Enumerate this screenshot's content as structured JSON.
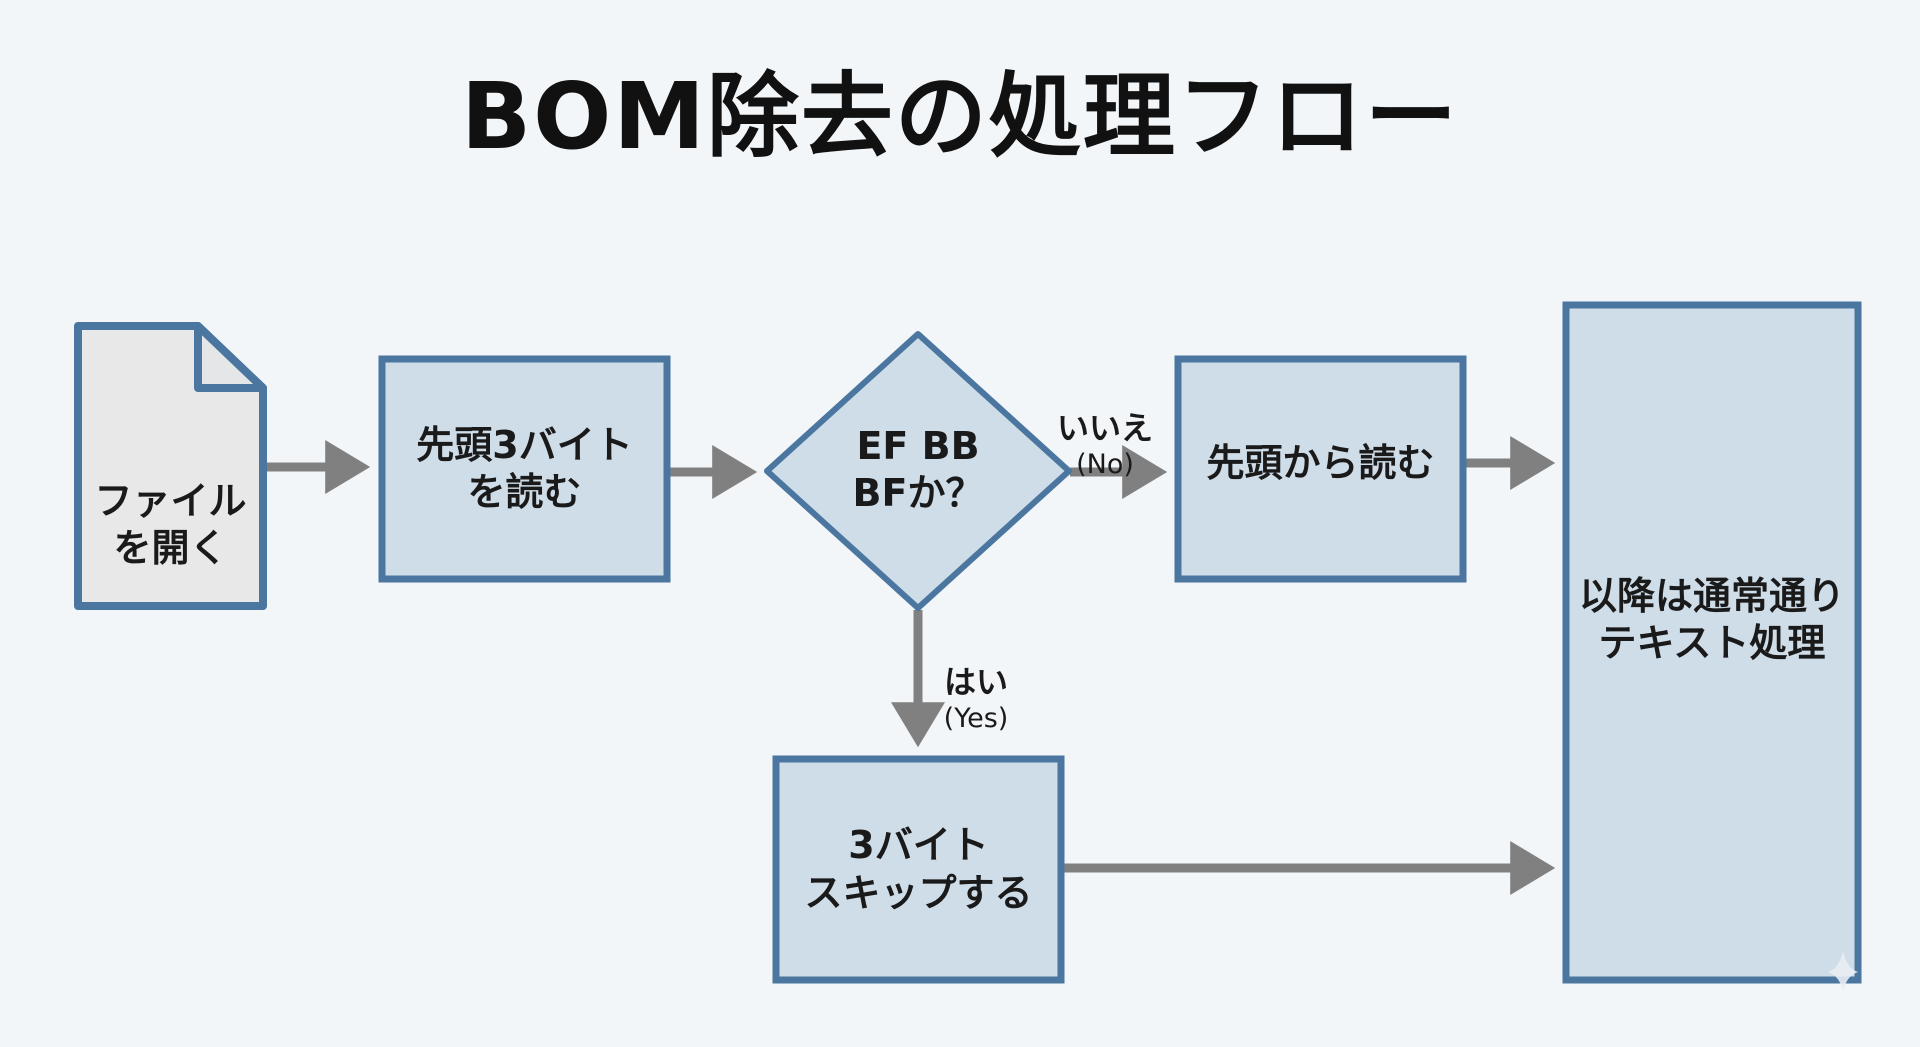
{
  "title": "BOM除去の処理フロー",
  "colors": {
    "background": "#f3f6f9",
    "box_fill": "#cfdde9",
    "box_border": "#4a76a0",
    "file_fill": "#e8e8e8",
    "arrow": "#808080",
    "text": "#1a1a1a"
  },
  "nodes": {
    "open_file": {
      "type": "document",
      "label": "ファイル\nを開く"
    },
    "read_head": {
      "type": "process",
      "label": "先頭3バイト\nを読む"
    },
    "check_bom": {
      "type": "decision",
      "label": "EF BB\nBFか？"
    },
    "read_from_start": {
      "type": "process",
      "label": "先頭から読む"
    },
    "skip_bytes": {
      "type": "process",
      "label": "3バイト\nスキップする"
    },
    "normal_processing": {
      "type": "process",
      "label": "以降は通常通り\nテキスト処理"
    }
  },
  "edges": {
    "no": {
      "from": "check_bom",
      "to": "read_from_start",
      "label": "いいえ",
      "sublabel": "(No)"
    },
    "yes": {
      "from": "check_bom",
      "to": "skip_bytes",
      "label": "はい",
      "sublabel": "(Yes)"
    }
  },
  "flow": [
    [
      "open_file",
      "read_head"
    ],
    [
      "read_head",
      "check_bom"
    ],
    [
      "check_bom",
      "read_from_start"
    ],
    [
      "check_bom",
      "skip_bytes"
    ],
    [
      "read_from_start",
      "normal_processing"
    ],
    [
      "skip_bytes",
      "normal_processing"
    ]
  ]
}
